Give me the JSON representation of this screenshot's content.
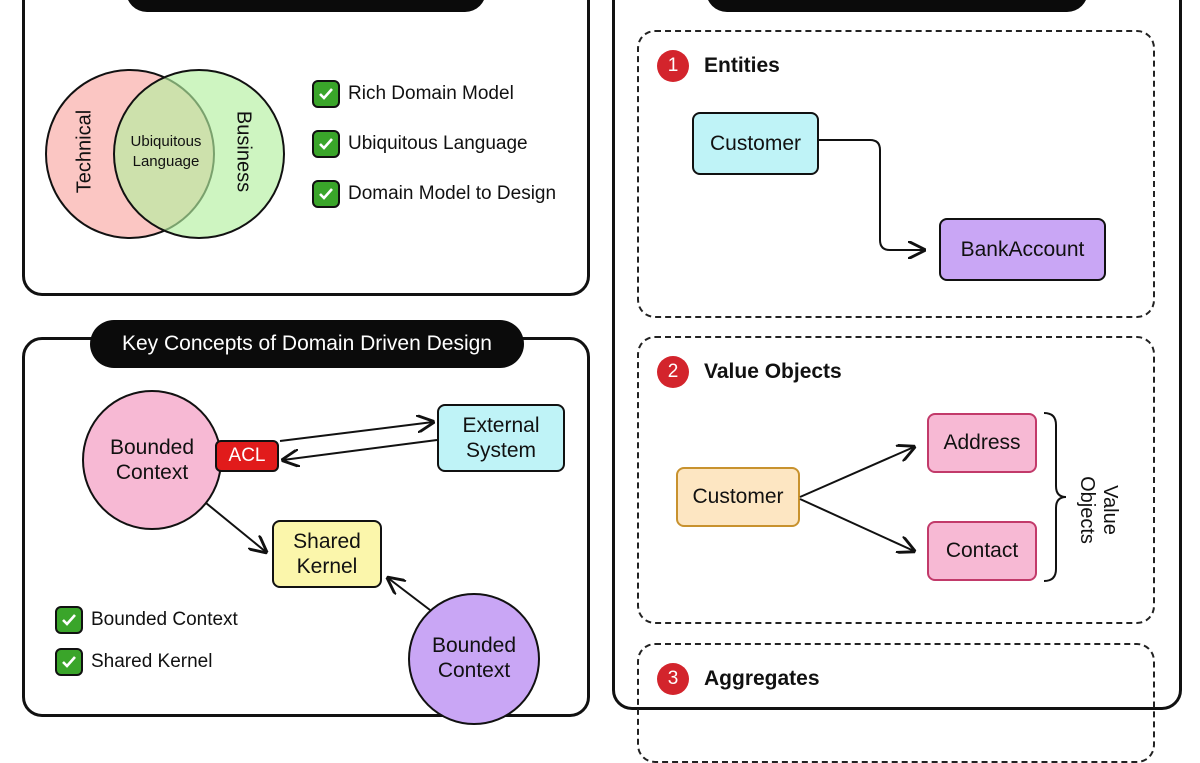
{
  "overview": {
    "venn": {
      "left": "Technical",
      "center": "Ubiquitous Language",
      "right": "Business"
    },
    "checklist": [
      "Rich Domain Model",
      "Ubiquitous Language",
      "Domain Model to Design"
    ]
  },
  "key_concepts": {
    "title": "Key Concepts of Domain Driven Design",
    "bounded_context_1": "Bounded Context",
    "acl": "ACL",
    "external_system": "External System",
    "shared_kernel": "Shared Kernel",
    "bounded_context_2": "Bounded Context",
    "checklist": [
      "Bounded Context",
      "Shared Kernel"
    ]
  },
  "building_blocks": {
    "entities": {
      "number": "1",
      "title": "Entities",
      "customer": "Customer",
      "bank_account": "BankAccount"
    },
    "value_objects": {
      "number": "2",
      "title": "Value Objects",
      "customer": "Customer",
      "address": "Address",
      "contact": "Contact",
      "brace_label": "Value Objects"
    },
    "aggregates": {
      "number": "3",
      "title": "Aggregates"
    }
  },
  "colors": {
    "red_badge": "#d3242c",
    "check_green": "#3aa52a",
    "cyan": "#bff3f7",
    "purple": "#c9a6f5",
    "pink": "#f7b9d4",
    "yellow": "#fbf6ab",
    "peach": "#fde6c2",
    "venn_red": "#f9c4c0",
    "venn_green": "#caf5bd"
  }
}
